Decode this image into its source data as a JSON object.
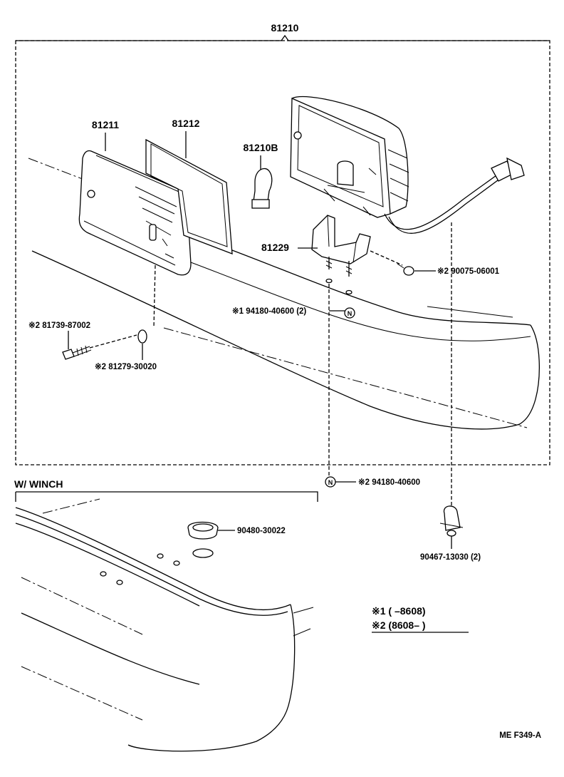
{
  "parts": {
    "assembly": "81210",
    "lens": "81211",
    "gasket": "81212",
    "bulb": "81210B",
    "bracket": "81229",
    "bolt_bracket": "※2 90075-06001",
    "nut_upper": "※1 94180-40600 (2)",
    "screw": "※2 81739-87002",
    "washer": "※2 81279-30020",
    "nut_lower": "※2 94180-40600",
    "grommet": "90480-30022",
    "clamp": "90467-13030 (2)"
  },
  "markers": {
    "n_symbol": "N"
  },
  "section": {
    "winch_label": "W/ WINCH"
  },
  "legend": {
    "note1": "※1 (      –8608)",
    "note2": "※2 (8608–      )"
  },
  "footer": {
    "code": "ME  F349-A"
  }
}
